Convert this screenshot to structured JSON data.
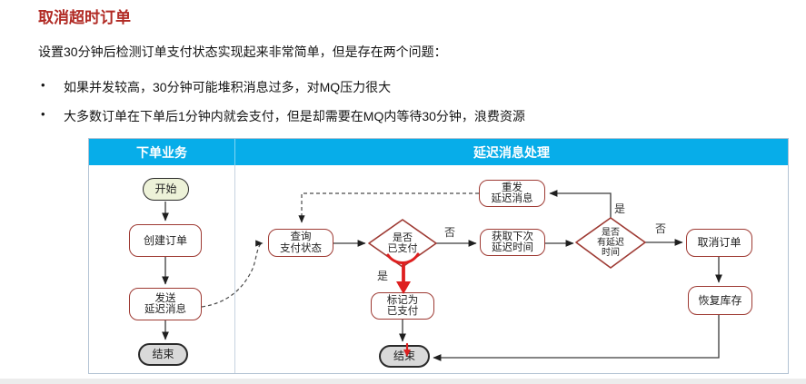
{
  "page": {
    "title": "取消超时订单",
    "intro": "设置30分钟后检测订单支付状态实现起来非常简单，但是存在两个问题：",
    "bullet_glyph": "•",
    "bullets": [
      "如果并发较高，30分钟可能堆积消息过多，对MQ压力很大",
      "大多数订单在下单后1分钟内就会支付，但是却需要在MQ内等待30分钟，浪费资源"
    ]
  },
  "flowchart": {
    "lanes": [
      {
        "label": "下单业务"
      },
      {
        "label": "延迟消息处理"
      }
    ],
    "nodes": {
      "start": {
        "label": "开始"
      },
      "create_order": {
        "label": "创建订单"
      },
      "send_delay_msg": {
        "lines": [
          "发送",
          "延迟消息"
        ]
      },
      "end_left": {
        "label": "结束"
      },
      "query_pay_status": {
        "lines": [
          "查询",
          "支付状态"
        ]
      },
      "is_paid": {
        "lines": [
          "是否",
          "已支付"
        ]
      },
      "mark_paid": {
        "lines": [
          "标记为",
          "已支付"
        ]
      },
      "get_next_delay": {
        "lines": [
          "获取下次",
          "延迟时间"
        ]
      },
      "resend_delay_msg": {
        "lines": [
          "重发",
          "延迟消息"
        ]
      },
      "has_delay_time": {
        "lines": [
          "是否",
          "有延迟",
          "时间"
        ]
      },
      "cancel_order": {
        "label": "取消订单"
      },
      "restore_stock": {
        "label": "恢复库存"
      },
      "end_right": {
        "label": "结束"
      }
    },
    "edge_labels": {
      "is_paid_no": "否",
      "is_paid_yes": "是",
      "has_delay_yes": "是",
      "has_delay_no": "否"
    },
    "colors": {
      "lane_header_bg": "#07ade9",
      "lane_header_text": "#ffffff",
      "node_border": "#9e3a33",
      "frame_border": "#b3c3d3",
      "start_fill": "#edf2d8",
      "end_fill": "#d9d9d9",
      "title_color": "#b12a24",
      "annotation_red": "#de1f1f"
    }
  }
}
